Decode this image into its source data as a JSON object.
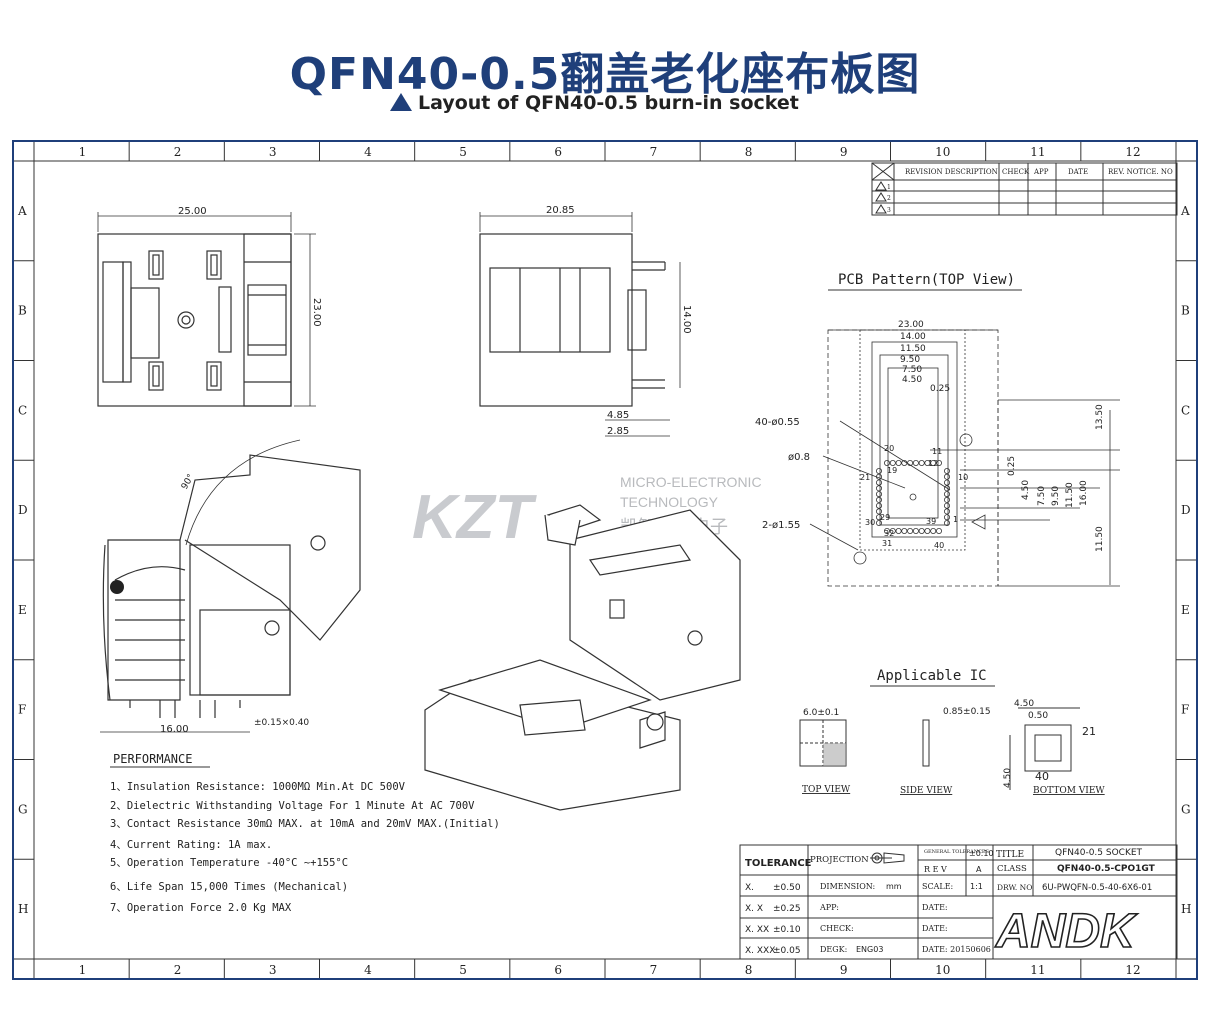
{
  "header": {
    "title": "QFN40-0.5翻盖老化座布板图",
    "subtitle": "Layout of QFN40-0.5 burn-in socket"
  },
  "grid": {
    "columns": [
      "1",
      "2",
      "3",
      "4",
      "5",
      "6",
      "7",
      "8",
      "9",
      "10",
      "11",
      "12"
    ],
    "rows": [
      "A",
      "B",
      "C",
      "D",
      "E",
      "F",
      "G",
      "H"
    ]
  },
  "revision_table": {
    "headers": [
      "REVISION DESCRIPTION",
      "CHECK",
      "APP",
      "DATE",
      "REV. NOTICE. NO"
    ],
    "rows": [
      "1",
      "2",
      "3"
    ]
  },
  "top_view": {
    "width_dim": "25.00",
    "height_dim": "23.00"
  },
  "side_view": {
    "width_dim": "20.85",
    "height_dim": "14.00",
    "dim_a": "4.85",
    "dim_b": "2.85"
  },
  "open_view": {
    "angle": "90°",
    "pin_dim": "16.00",
    "pin_size": "±0.15×0.40"
  },
  "watermark": {
    "logo": "KZT",
    "line1": "MICRO-ELECTRONIC",
    "line2": "TECHNOLOGY",
    "line3": "凯智通微电子"
  },
  "pcb_pattern": {
    "title": "PCB Pattern(TOP View)",
    "h_dims": [
      "23.00",
      "14.00",
      "11.50",
      "9.50",
      "7.50",
      "4.50",
      "0.25"
    ],
    "v_dims": [
      "13.50",
      "0.25",
      "4.50",
      "7.50",
      "9.50",
      "11.50",
      "16.00",
      "11.50"
    ],
    "callouts": [
      "40-ø0.55",
      "ø0.8",
      "2-ø1.55"
    ],
    "pin_numbers": [
      "20",
      "11",
      "19",
      "12",
      "21",
      "10",
      "30",
      "29",
      "39",
      "1",
      "32",
      "31",
      "40"
    ]
  },
  "applicable_ic": {
    "title": "Applicable IC",
    "top_dim": "6.0±0.1",
    "side_dim": "0.85±0.15",
    "bottom_dim_w": "4.50",
    "bottom_dim_p": "0.50",
    "bottom_dim_h": "4.50",
    "pin_21": "21",
    "pin_40": "40",
    "labels": [
      "TOP VIEW",
      "SIDE VIEW",
      "BOTTOM VIEW"
    ]
  },
  "performance": {
    "title": "PERFORMANCE",
    "items": [
      "1、Insulation Resistance: 1000MΩ Min.At DC 500V",
      "2、Dielectric Withstanding Voltage For 1 Minute At AC 700V",
      "3、Contact Resistance 30mΩ MAX. at 10mA and 20mV MAX.(Initial)",
      "4、Current Rating: 1A max.",
      "5、Operation Temperature -40°C ~+155°C",
      "6、Life Span 15,000 Times (Mechanical)",
      "7、Operation Force 2.0 Kg MAX"
    ]
  },
  "title_block": {
    "tolerance": "TOLERANCE",
    "tol_rows": [
      [
        "X.",
        "±0.50"
      ],
      [
        "X. X",
        "±0.25"
      ],
      [
        "X. XX",
        "±0.10"
      ],
      [
        "X. XXX",
        "±0.05"
      ]
    ],
    "projection": "PROJECTION",
    "general_tol": "GENERAL TOLERANCES",
    "gen_tol_val": "±0.10",
    "rev": "R E V",
    "rev_val": "A",
    "dimension": "DIMENSION:",
    "dimension_unit": "mm",
    "scale": "SCALE:",
    "scale_val": "1:1",
    "app": "APP:",
    "check": "CHECK:",
    "degk": "DEGK:",
    "degk_val": "ENG03",
    "date": "DATE:",
    "date_val": "DATE: 20150606",
    "title_lbl": "TITLE",
    "title_val": "QFN40-0.5 SOCKET",
    "class_lbl": "CLASS",
    "class_val": "QFN40-0.5-CPO1GT",
    "drw_lbl": "DRW. NO",
    "drw_val": "6U-PWQFN-0.5-40-6X6-01",
    "logo": "ANDK"
  },
  "colors": {
    "accent": "#1f3f7a",
    "line": "#333333"
  }
}
